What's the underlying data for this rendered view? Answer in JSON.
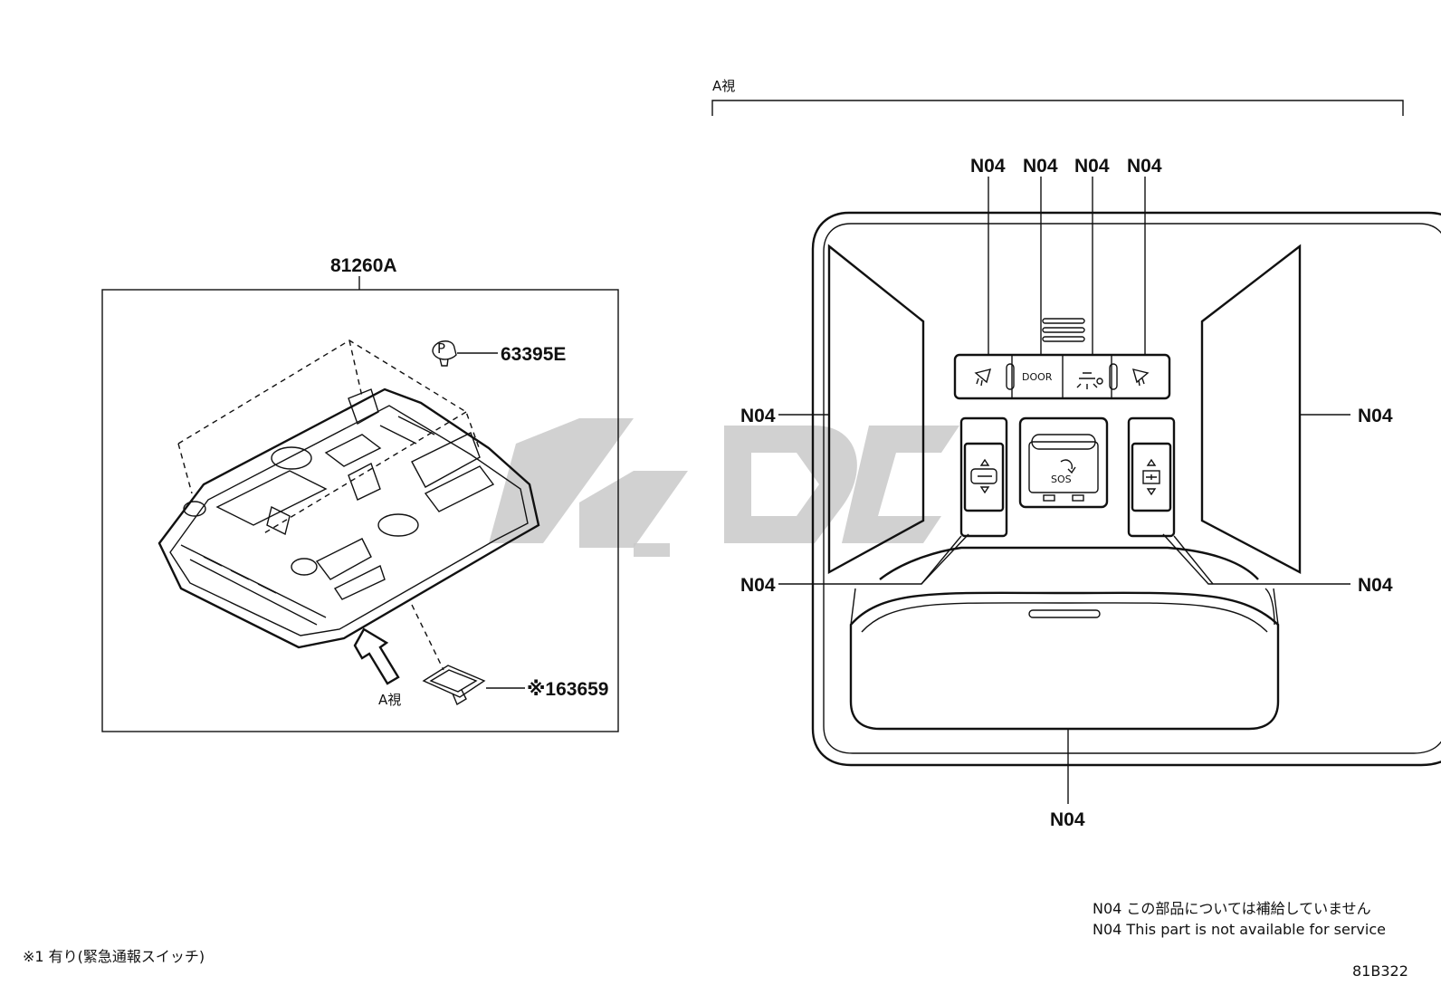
{
  "left_panel": {
    "assembly_label": "81260A",
    "view_label": "A視",
    "parts": [
      {
        "label": "63395E"
      },
      {
        "label": "※163659"
      }
    ]
  },
  "right_panel": {
    "view_label": "A視",
    "button_door_text": "DOOR",
    "button_sos_text": "SOS",
    "callouts": [
      {
        "label": "N04"
      },
      {
        "label": "N04"
      },
      {
        "label": "N04"
      },
      {
        "label": "N04"
      },
      {
        "label": "N04"
      },
      {
        "label": "N04"
      },
      {
        "label": "N04"
      },
      {
        "label": "N04"
      },
      {
        "label": "N04"
      }
    ]
  },
  "notes": {
    "jp": "N04 この部品については補給していません",
    "en": "N04 This part is not available for service",
    "footnote": "※1 有り(緊急通報スイッチ)",
    "ref_code": "81B322"
  },
  "icons": [
    "map-light-icon",
    "dome-light-icon",
    "sunroof-tilt-icon",
    "sunshade-icon",
    "sos-call-icon"
  ]
}
